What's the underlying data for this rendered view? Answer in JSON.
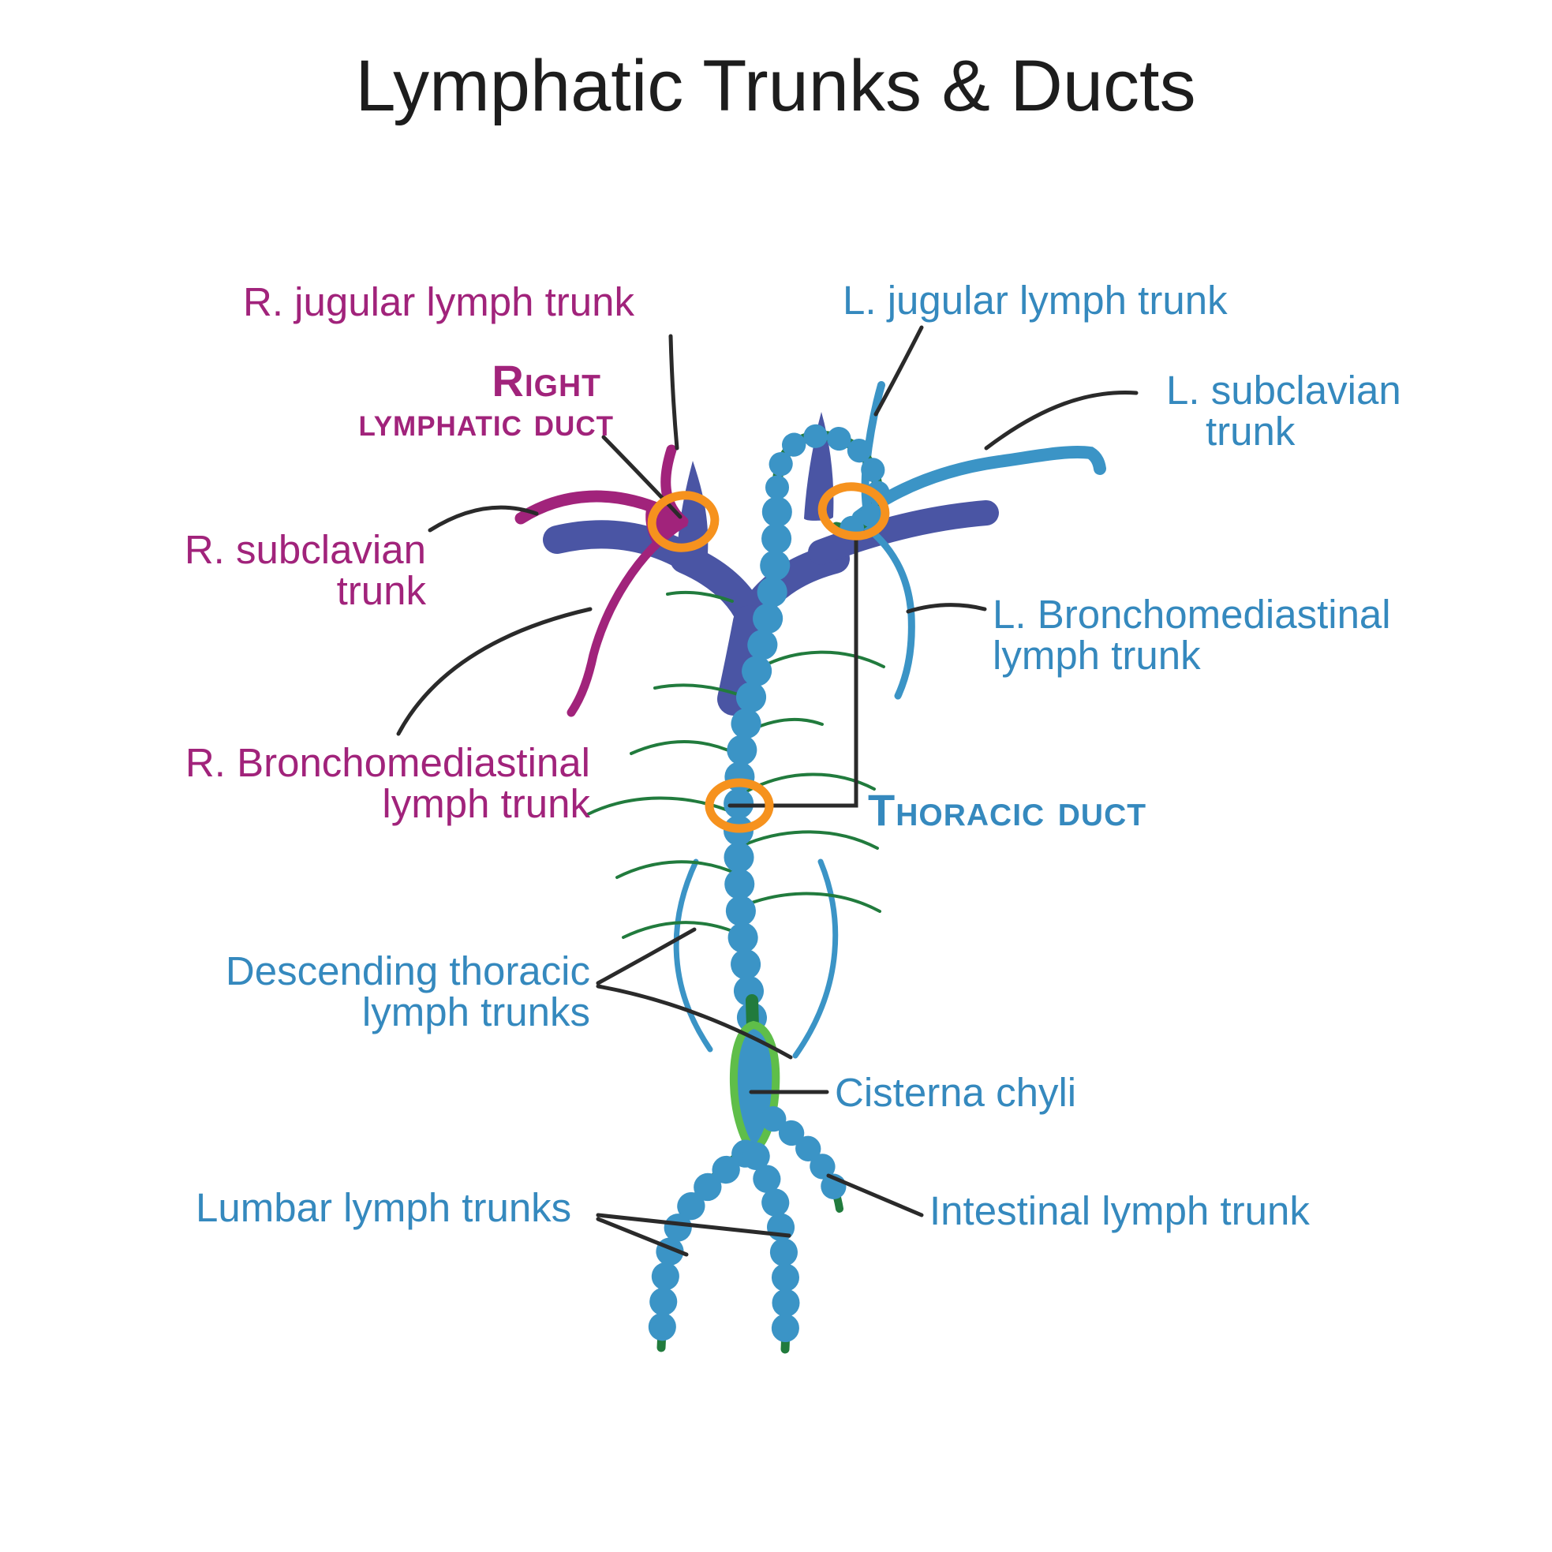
{
  "title": "Lymphatic Trunks & Ducts",
  "colors": {
    "titlecol": "#1D1D1D",
    "magenta": "#A1237B",
    "textblue": "#3589BE",
    "vesselblue": "#3B94C6",
    "indigo": "#4A55A4",
    "greendark": "#217B3D",
    "greenlight": "#5FBE49",
    "orange": "#F6921E",
    "line": "#2A2A2A"
  },
  "labels": {
    "r_jugular": "R. jugular lymph trunk",
    "right_lymphatic_duct_line1": "Right",
    "right_lymphatic_duct_line2": "lymphatic duct",
    "r_subclavian_line1": "R. subclavian",
    "r_subclavian_line2": "trunk",
    "r_broncho_line1": "R. Bronchomediastinal",
    "r_broncho_line2": "lymph trunk",
    "l_jugular": "L. jugular lymph trunk",
    "l_subclavian_line1": "L. subclavian",
    "l_subclavian_line2": "trunk",
    "l_broncho_line1": "L. Bronchomediastinal",
    "l_broncho_line2": "lymph trunk",
    "thoracic_duct": "Thoracic duct",
    "descending_line1": "Descending thoracic",
    "descending_line2": "lymph trunks",
    "cisterna": "Cisterna chyli",
    "lumbar": "Lumbar lymph trunks",
    "intestinal": "Intestinal lymph trunk"
  }
}
